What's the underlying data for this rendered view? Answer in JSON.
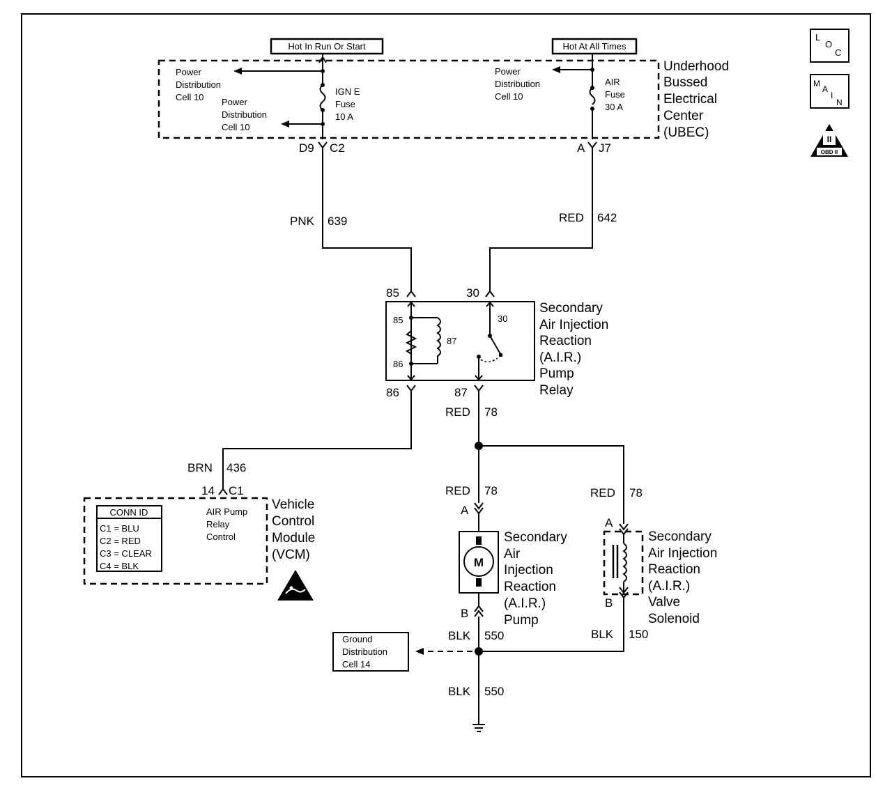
{
  "hot_run_start": "Hot In Run Or Start",
  "hot_all_times": "Hot At All Times",
  "ubec": {
    "pd_left_1": [
      "Power",
      "Distribution",
      "Cell 10"
    ],
    "pd_left_2": [
      "Power",
      "Distribution",
      "Cell 10"
    ],
    "ign_fuse": [
      "IGN E",
      "Fuse",
      "10 A"
    ],
    "pd_right": [
      "Power",
      "Distribution",
      "Cell 10"
    ],
    "air_fuse": [
      "AIR",
      "Fuse",
      "30 A"
    ],
    "title": [
      "Underhood",
      "Bussed",
      "Electrical",
      "Center",
      "(UBEC)"
    ],
    "conn_left_a": "D9",
    "conn_left_b": "C2",
    "conn_right_a": "A",
    "conn_right_b": "J7"
  },
  "wires": {
    "pnk": "PNK",
    "pnk_num": "639",
    "red642": "RED",
    "red642_num": "642",
    "red78_a": "RED",
    "red78_a_num": "78",
    "red78_b": "RED",
    "red78_b_num": "78",
    "red78_c": "RED",
    "red78_c_num": "78",
    "brn": "BRN",
    "brn_num": "436",
    "blk550_a": "BLK",
    "blk550_a_num": "550",
    "blk550_b": "BLK",
    "blk550_b_num": "550",
    "blk150": "BLK",
    "blk150_num": "150"
  },
  "relay": {
    "pin85": "85",
    "pin30": "30",
    "pin86": "86",
    "pin87": "87",
    "in85": "85",
    "in86": "86",
    "in87": "87",
    "in30": "30",
    "title": [
      "Secondary",
      "Air Injection",
      "Reaction",
      "(A.I.R.)",
      "Pump",
      "Relay"
    ]
  },
  "vcm": {
    "pin": "14",
    "conn": "C1",
    "conn_id_title": "CONN ID",
    "conn_ids": [
      "C1 = BLU",
      "C2 = RED",
      "C3 = CLEAR",
      "C4 = BLK"
    ],
    "control": [
      "AIR Pump",
      "Relay",
      "Control"
    ],
    "title": [
      "Vehicle",
      "Control",
      "Module",
      "(VCM)"
    ]
  },
  "pump": {
    "pin_a": "A",
    "pin_b": "B",
    "motor": "M",
    "title": [
      "Secondary",
      "Air",
      "Injection",
      "Reaction",
      "(A.I.R.)",
      "Pump"
    ]
  },
  "solenoid": {
    "pin_a": "A",
    "pin_b": "B",
    "title": [
      "Secondary",
      "Air Injection",
      "Reaction",
      "(A.I.R.)",
      "Valve",
      "Solenoid"
    ]
  },
  "ground_ref": [
    "Ground",
    "Distribution",
    "Cell 14"
  ],
  "icons": {
    "loc": [
      "L",
      "O",
      "C"
    ],
    "main": [
      "M",
      "A",
      "I",
      "N"
    ],
    "obd": "OBD II",
    "obd_numeral": "II"
  }
}
